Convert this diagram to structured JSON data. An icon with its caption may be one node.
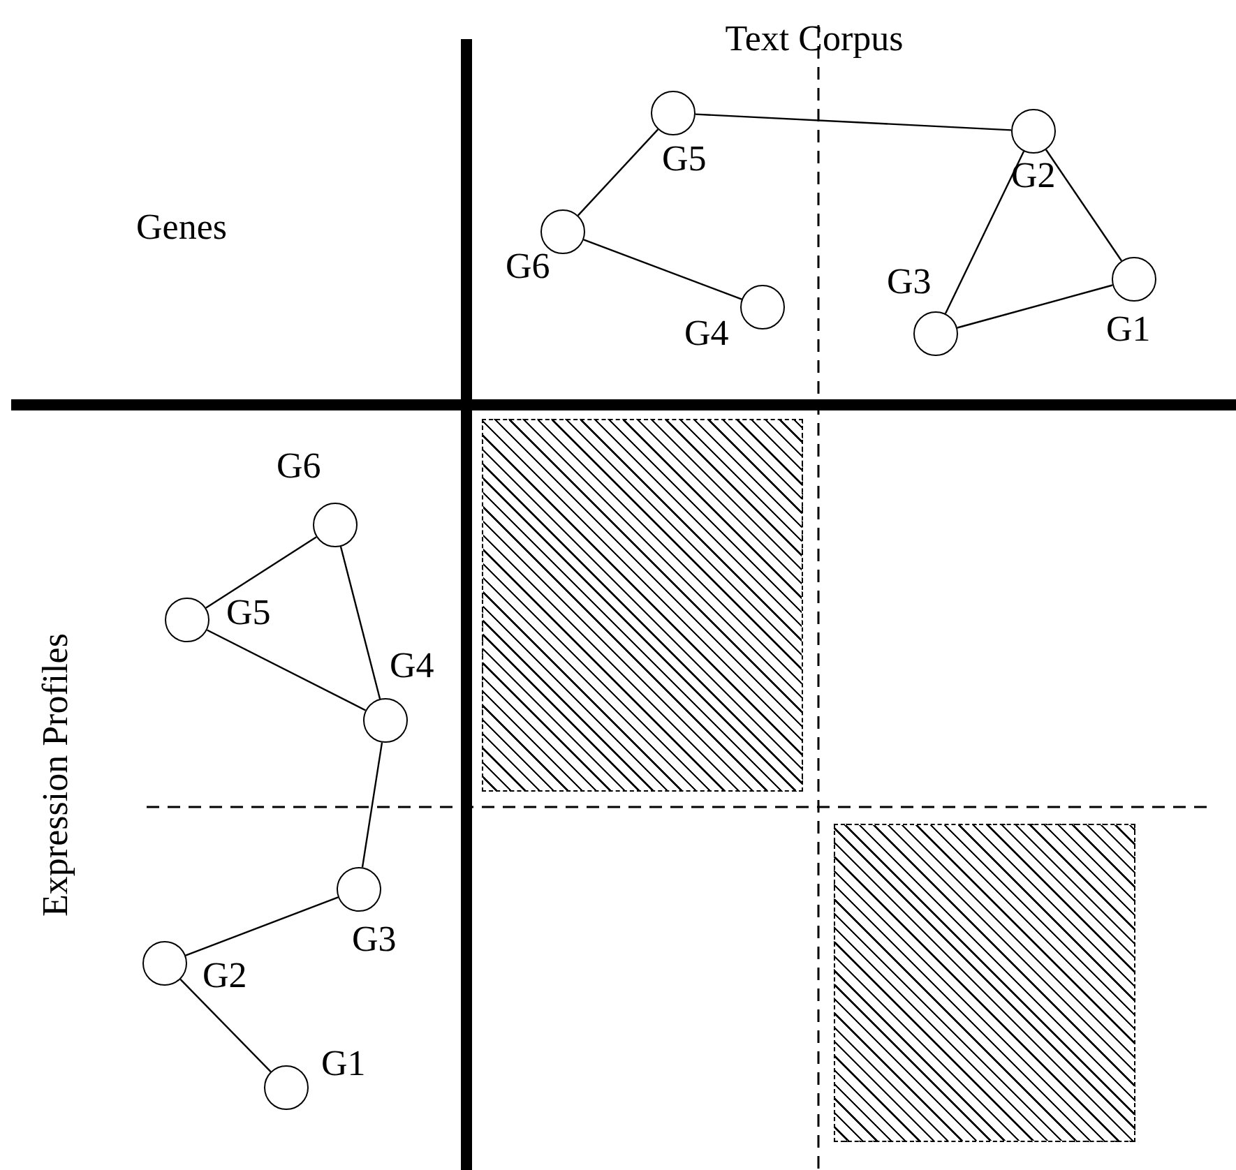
{
  "diagram": {
    "nodes": [
      {
        "text": [],
        "shape": "circle",
        "beside": [
          "G5"
        ]
      },
      {
        "text": [],
        "shape": "circle",
        "beside": [
          "G2"
        ]
      },
      {
        "text": [],
        "shape": "circle",
        "beside": [
          "G6"
        ]
      },
      {
        "text": [],
        "shape": "circle",
        "beside": [
          "G4"
        ]
      },
      {
        "text": [],
        "shape": "circle",
        "beside": [
          "G3"
        ]
      },
      {
        "text": [],
        "shape": "circle",
        "beside": [
          "G1"
        ]
      },
      {
        "text": [],
        "shape": "circle",
        "beside": [
          "G6"
        ]
      },
      {
        "text": [],
        "shape": "circle",
        "beside": [
          "G5"
        ]
      },
      {
        "text": [],
        "shape": "circle",
        "beside": [
          "G4"
        ]
      },
      {
        "text": [],
        "shape": "circle",
        "beside": [
          "G3"
        ]
      },
      {
        "text": [],
        "shape": "circle",
        "beside": [
          "G2"
        ]
      },
      {
        "text": [],
        "shape": "circle",
        "beside": [
          "G1"
        ]
      },
      {
        "text": [],
        "shape": "box"
      },
      {
        "text": [],
        "shape": "box"
      }
    ],
    "edges": [
      {
        "from": 0,
        "to": 1,
        "arrow": "none"
      },
      {
        "from": 0,
        "to": 2,
        "arrow": "none"
      },
      {
        "from": 2,
        "to": 3,
        "arrow": "none"
      },
      {
        "from": 1,
        "to": 4,
        "arrow": "none"
      },
      {
        "from": 1,
        "to": 5,
        "arrow": "none"
      },
      {
        "from": 4,
        "to": 5,
        "arrow": "none"
      },
      {
        "from": 6,
        "to": 7,
        "arrow": "none"
      },
      {
        "from": 6,
        "to": 8,
        "arrow": "none"
      },
      {
        "from": 7,
        "to": 8,
        "arrow": "none"
      },
      {
        "from": 8,
        "to": 9,
        "arrow": "none"
      },
      {
        "from": 9,
        "to": 10,
        "arrow": "none"
      },
      {
        "from": 10,
        "to": 11,
        "arrow": "none"
      }
    ],
    "labels": [
      "Text Corpus",
      "Genes",
      "Expression Profiles"
    ]
  }
}
